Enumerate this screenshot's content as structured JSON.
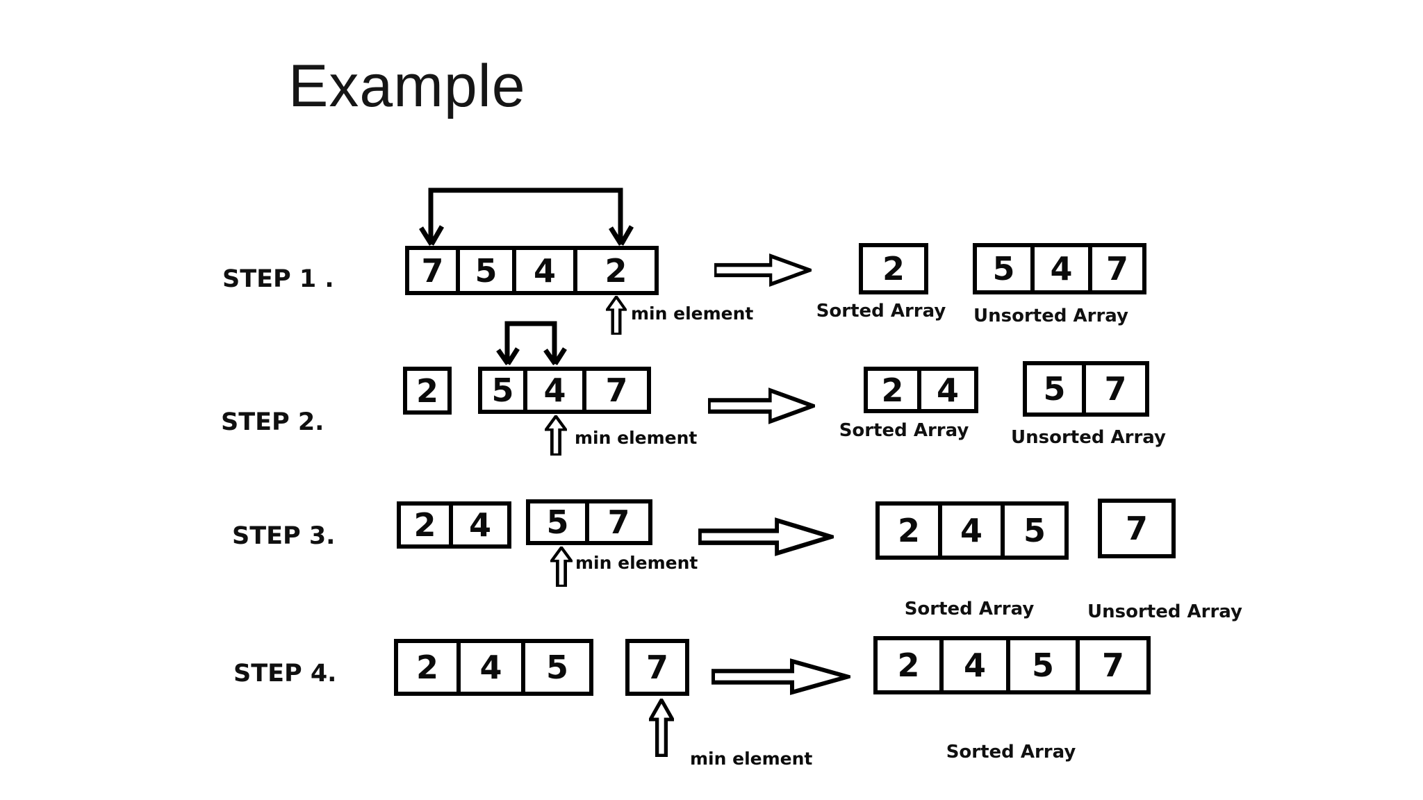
{
  "slide": {
    "title": "Example"
  },
  "colors": {
    "ink": "#000000",
    "background": "#ffffff"
  },
  "steps": [
    {
      "label": "STEP 1 .",
      "working": [
        "7",
        "5",
        "4",
        "2"
      ],
      "min_label": "min element",
      "sorted": {
        "caption": "Sorted Array",
        "cells": [
          "2"
        ]
      },
      "unsorted": {
        "caption": "Unsorted Array",
        "cells": [
          "5",
          "4",
          "7"
        ]
      }
    },
    {
      "label": "STEP 2.",
      "prefix": [
        "2"
      ],
      "working": [
        "5",
        "4",
        "7"
      ],
      "min_label": "min element",
      "sorted": {
        "caption": "Sorted Array",
        "cells": [
          "2",
          "4"
        ]
      },
      "unsorted": {
        "caption": "Unsorted Array",
        "cells": [
          "5",
          "7"
        ]
      }
    },
    {
      "label": "STEP 3.",
      "prefix": [
        "2",
        "4"
      ],
      "working": [
        "5",
        "7"
      ],
      "min_label": "min element",
      "sorted": {
        "caption": "Sorted Array",
        "cells": [
          "2",
          "4",
          "5"
        ]
      },
      "unsorted": {
        "caption": "Unsorted Array",
        "cells": [
          "7"
        ]
      }
    },
    {
      "label": "STEP 4.",
      "prefix": [
        "2",
        "4",
        "5"
      ],
      "working": [
        "7"
      ],
      "min_label": "min element",
      "sorted": {
        "caption": "Sorted Array",
        "cells": [
          "2",
          "4",
          "5",
          "7"
        ]
      }
    }
  ]
}
